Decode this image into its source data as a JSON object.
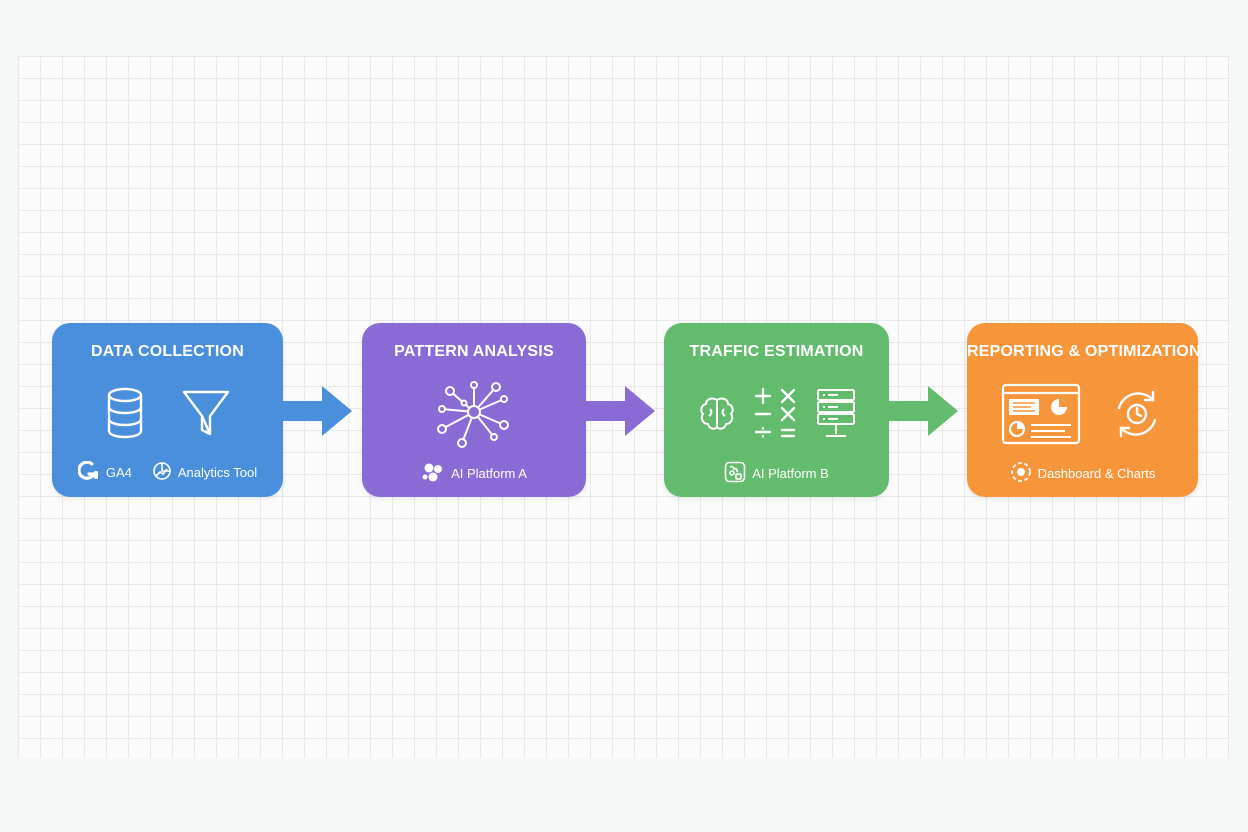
{
  "colors": {
    "data_collection": "#4a8fdc",
    "pattern_analysis": "#8a6bd6",
    "traffic_estimation": "#63bb6e",
    "reporting": "#f7953a"
  },
  "stages": [
    {
      "title": "DATA COLLECTION",
      "icons": [
        "database-icon",
        "funnel-icon"
      ],
      "tools": [
        {
          "icon": "ga4-logo-icon",
          "label": "GA4"
        },
        {
          "icon": "analytics-icon",
          "label": "Analytics Tool"
        }
      ]
    },
    {
      "title": "PATTERN ANALYSIS",
      "icons": [
        "network-graph-icon"
      ],
      "tools": [
        {
          "icon": "ai-platform-icon",
          "label": "AI Platform A"
        }
      ]
    },
    {
      "title": "TRAFFIC ESTIMATION",
      "icons": [
        "brain-icon",
        "math-operators-icon",
        "server-icon"
      ],
      "tools": [
        {
          "icon": "ai-chip-icon",
          "label": "AI Platform B"
        }
      ]
    },
    {
      "title": "REPORTING & OPTIMIZATION",
      "icons": [
        "dashboard-window-icon",
        "refresh-cycle-icon"
      ],
      "tools": [
        {
          "icon": "dashboard-badge-icon",
          "label": "Dashboard & Charts"
        }
      ]
    }
  ]
}
